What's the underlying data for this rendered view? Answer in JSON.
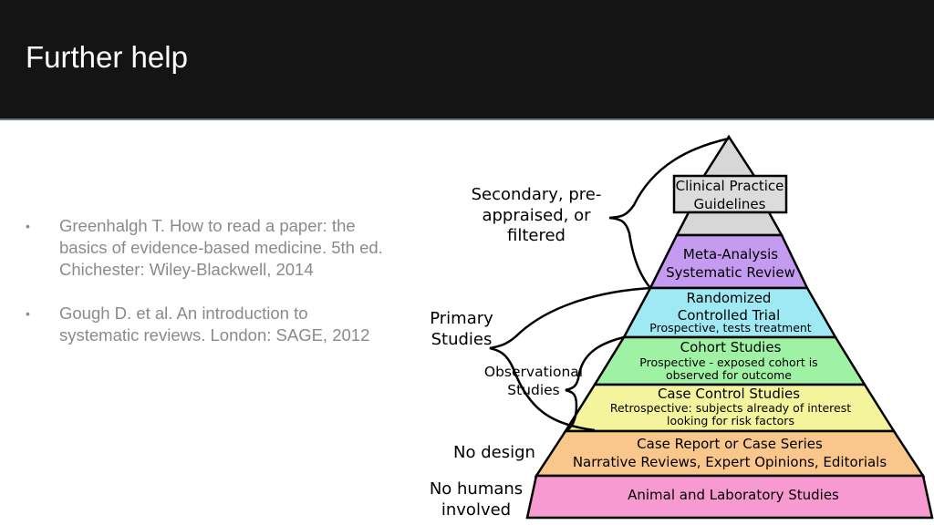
{
  "header": {
    "title": "Further help"
  },
  "references": [
    {
      "text": "Greenhalgh T. How to read a paper: the basics of evidence-based medicine. 5th ed. Chichester: Wiley-Blackwell, 2014"
    },
    {
      "text": "Gough D. et al. An introduction to systematic reviews. London: SAGE, 2012"
    }
  ],
  "bullet_glyph": "•",
  "pyramid": {
    "top_box": [
      "Clinical Practice",
      "Guidelines"
    ],
    "levels": [
      {
        "title": "Meta-Analysis",
        "title2": "Systematic Review",
        "color": "#c49bf0"
      },
      {
        "title": "Randomized",
        "title2": "Controlled Trial",
        "sub": "Prospective, tests treatment",
        "color": "#9fe9f5"
      },
      {
        "title": "Cohort Studies",
        "sub": "Prospective - exposed cohort is",
        "sub2": "observed for outcome",
        "color": "#9ff2a4"
      },
      {
        "title": "Case Control Studies",
        "sub": "Retrospective: subjects already of interest",
        "sub2": "looking for risk factors",
        "color": "#f4f49d"
      },
      {
        "title": "Case Report or Case Series",
        "title2": "Narrative Reviews, Expert Opinions, Editorials",
        "color": "#f9c68c"
      },
      {
        "title": "Animal and Laboratory Studies",
        "color": "#f79ad1"
      }
    ],
    "side_labels": {
      "secondary": [
        "Secondary, pre-",
        "appraised, or",
        "filtered"
      ],
      "primary": [
        "Primary",
        "Studies"
      ],
      "observational": [
        "Observational",
        "Studies"
      ],
      "no_design": "No design",
      "no_humans": [
        "No humans",
        "involved"
      ]
    },
    "apex_color": "#d7d7d7",
    "top_box_color": "#dcdcdc"
  }
}
